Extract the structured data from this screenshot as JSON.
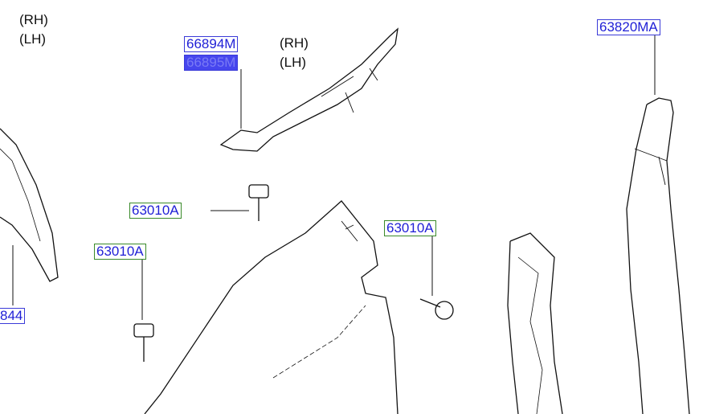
{
  "side_labels": {
    "rh": "(RH)",
    "lh": "(LH)"
  },
  "parts": {
    "p66894m": "66894M",
    "p66895m": "66895M",
    "p63820ma": "63820MA",
    "p63010a_1": "63010A",
    "p63010a_2": "63010A",
    "p63010a_3": "63010A",
    "p844": "844"
  },
  "colors": {
    "label_text": "#1f1fd6",
    "label_border": "#3a3ad8",
    "bolt_label_border": "#3a8a2a",
    "selected": "#4646ee"
  }
}
